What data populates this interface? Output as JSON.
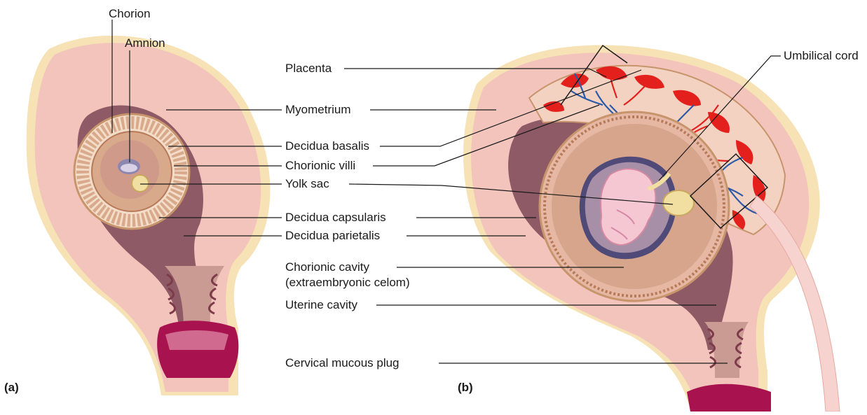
{
  "figure": {
    "panel_a": "(a)",
    "panel_b": "(b)"
  },
  "labels": {
    "chorion": "Chorion",
    "amnion": "Amnion",
    "placenta": "Placenta",
    "umbilical_cord": "Umbilical cord",
    "myometrium": "Myometrium",
    "decidua_basalis": "Decidua basalis",
    "chorionic_villi": "Chorionic villi",
    "yolk_sac": "Yolk sac",
    "decidua_capsularis": "Decidua capsularis",
    "decidua_parietalis": "Decidua parietalis",
    "chorionic_cavity": "Chorionic cavity",
    "extraembryonic_celom": "(extraembryonic celom)",
    "uterine_cavity": "Uterine cavity",
    "cervical_mucous_plug": "Cervical mucous plug"
  },
  "colors": {
    "uterus_wall": "#f2c4bc",
    "uterus_outer": "#f6e2b4",
    "cavity": "#8e5a66",
    "chorion_ring": "#d8a98a",
    "amnion_fluid": "#a88fa8",
    "placenta_red": "#e4201d",
    "vessel_blue": "#2c5aa8",
    "yolk": "#f0dfa0",
    "embryo": "#f5c7d3",
    "cervix_magenta": "#a8124e"
  }
}
